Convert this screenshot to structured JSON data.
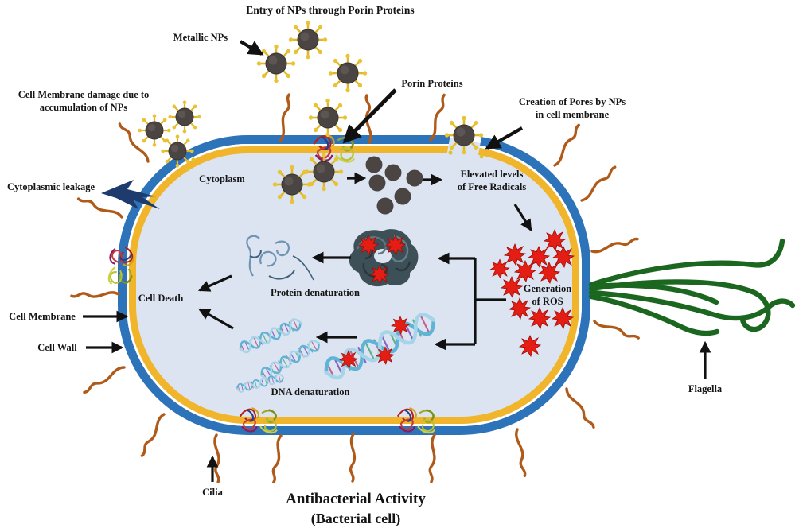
{
  "diagram": {
    "labels": {
      "entry_title": "Entry of NPs through Porin Proteins",
      "metallic_nps": "Metallic NPs",
      "porin_proteins": "Porin Proteins",
      "pores_line1": "Creation of Pores by NPs",
      "pores_line2": "in cell membrane",
      "damage_line1": "Cell Membrane damage due to",
      "damage_line2": "accumulation of NPs",
      "cytoplasmic_leakage": "Cytoplasmic leakage",
      "cytoplasm": "Cytoplasm",
      "elevated_line1": "Elevated levels",
      "elevated_line2": "of Free Radicals",
      "ros_line1": "Generation",
      "ros_line2": "of ROS",
      "cell_death": "Cell Death",
      "protein_denaturation": "Protein denaturation",
      "dna_denaturation": "DNA denaturation",
      "cell_membrane": "Cell Membrane",
      "cell_wall": "Cell Wall",
      "cilia": "Cilia",
      "flagella": "Flagella"
    },
    "title": {
      "line1": "Antibacterial Activity",
      "line2": "(Bacterial cell)"
    },
    "icons": {
      "metallic_np": "dark sphere with yellow ligand spikes",
      "released_np": "plain dark sphere",
      "ros": "red burst star",
      "porin_protein": "multicolor protein cluster in membrane",
      "dna": "blue double helix",
      "denatured_protein": "unfolded ribbon squiggle",
      "cilium": "orange wavy filament",
      "flagellum": "green whip filament",
      "leakage_bolt": "navy lightning arrow"
    },
    "colors": {
      "cell_wall_blue": "#2d73ba",
      "cell_membrane_yellow": "#f0b52b",
      "cytoplasm": "#dde4f1",
      "np_gray": "#4a4543",
      "spike_yellow": "#dfb62a",
      "ros_red": "#e41e14",
      "cilia_orange": "#b05a1a",
      "flagella_green": "#1b671f",
      "leakage_navy": "#1d3b6d",
      "arrow_black": "#111111"
    }
  }
}
